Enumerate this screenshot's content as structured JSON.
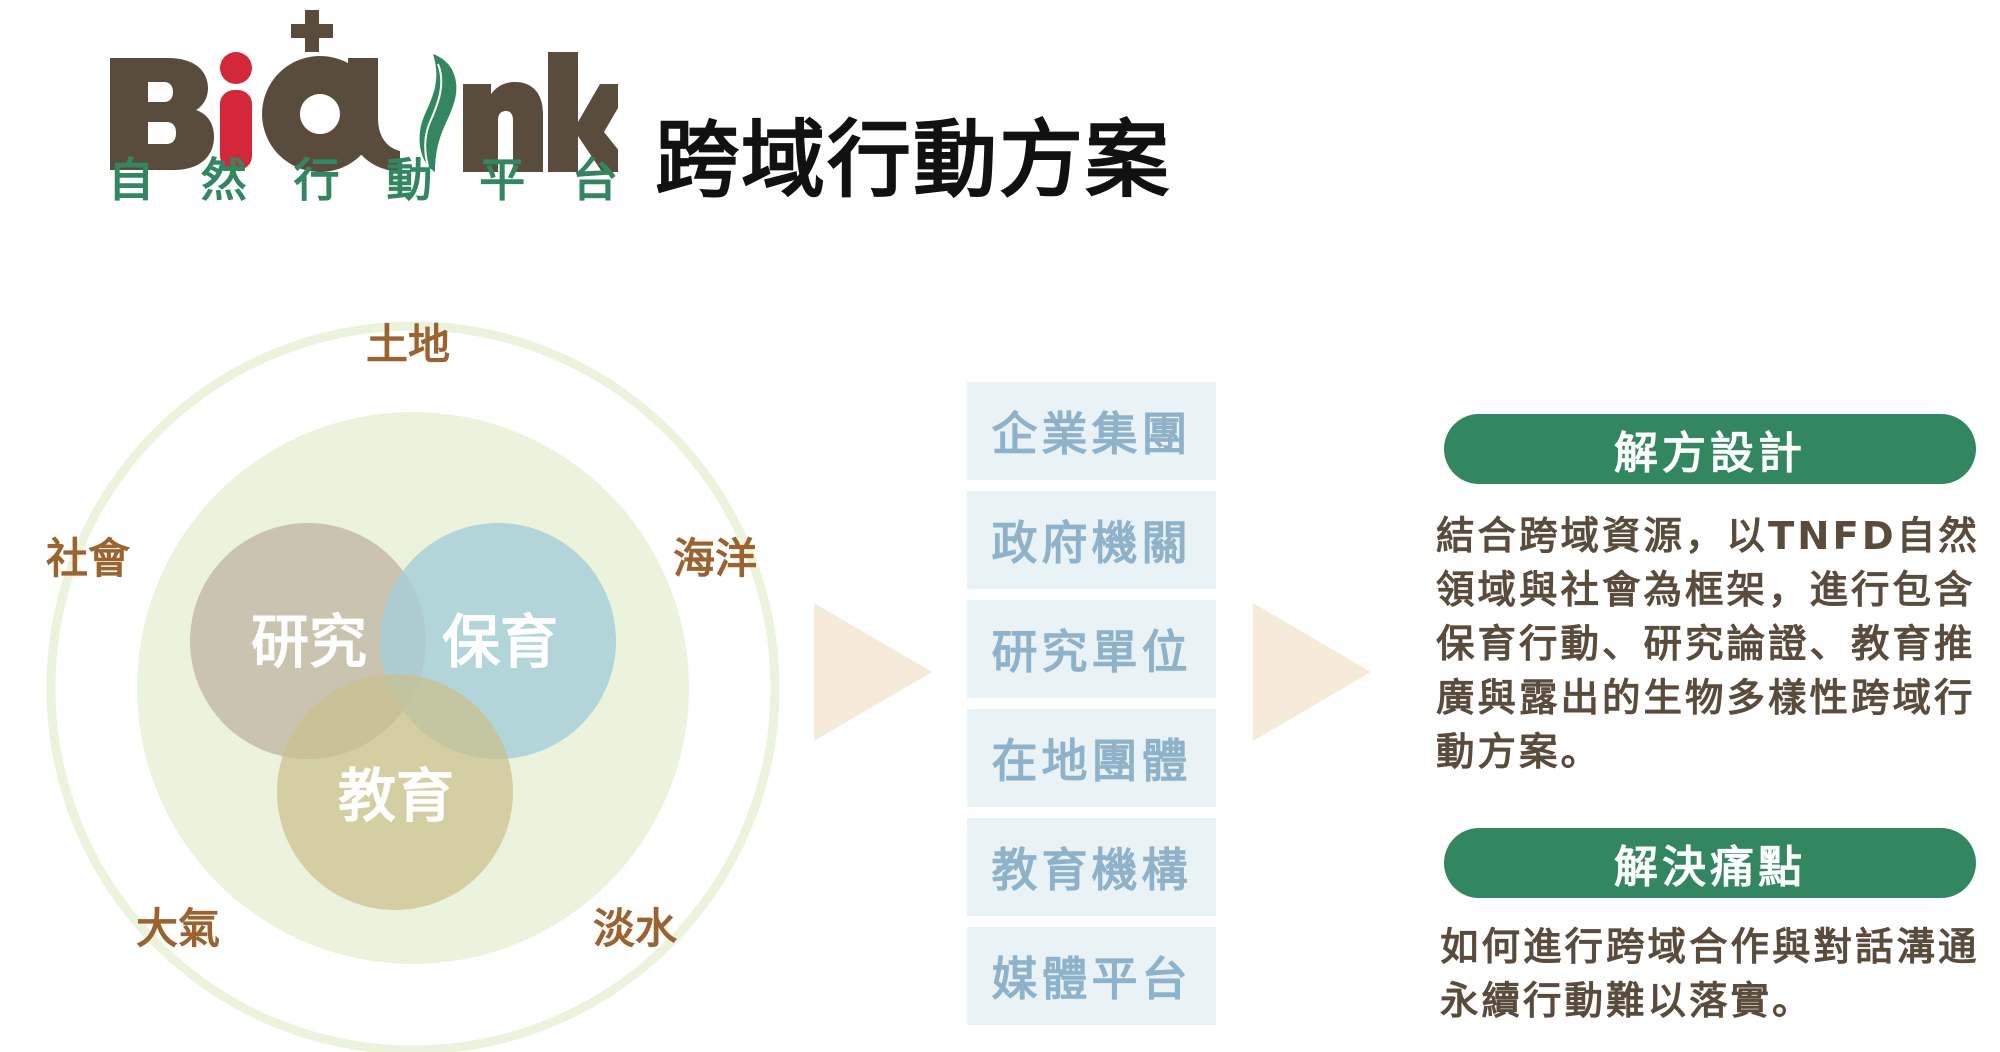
{
  "logo": {
    "word_left": "Bio",
    "word_right": "Link",
    "subtitle_chars": [
      "自",
      "然",
      "行",
      "動",
      "平",
      "台"
    ],
    "colors": {
      "brown": "#5a4c3d",
      "red": "#d2283a",
      "green": "#338760"
    }
  },
  "header": {
    "title": "跨域行動方案"
  },
  "venn": {
    "ring_labels": {
      "top": "土地",
      "upper_left": "社會",
      "upper_right": "海洋",
      "lower_left": "大氣",
      "lower_right": "淡水"
    },
    "circles": [
      {
        "label": "研究",
        "color": "#c7bfaa"
      },
      {
        "label": "保育",
        "color": "#b0d3d8"
      },
      {
        "label": "教育",
        "color": "#d5cd9f"
      }
    ],
    "colors": {
      "ring": "#ebf3dc",
      "inner": "#ebf3dc",
      "label": "#9b6330"
    }
  },
  "stakeholders": [
    "企業集團",
    "政府機關",
    "研究單位",
    "在地團體",
    "教育機構",
    "媒體平台"
  ],
  "arrows": {
    "color": "#f6ead8"
  },
  "solution": {
    "heading": "解方設計",
    "lines": [
      "結合跨域資源，以TNFD自然",
      "領域與社會為框架，進行包含",
      "保育行動、研究論證、教育推",
      "廣與露出的生物多樣性跨域行",
      "動方案。"
    ]
  },
  "pain_point": {
    "heading": "解決痛點",
    "lines": [
      "如何進行跨域合作與對話溝通",
      "永續行動難以落實。"
    ]
  }
}
